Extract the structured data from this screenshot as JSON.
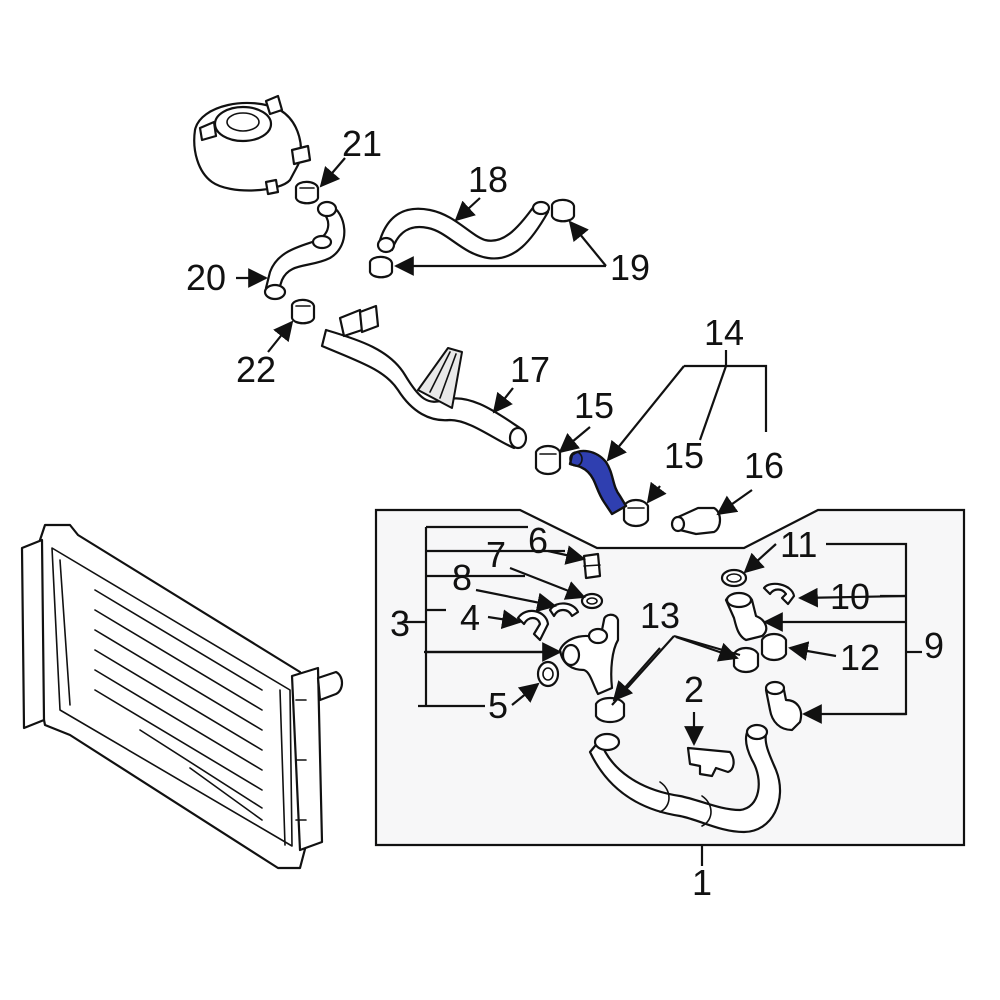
{
  "callouts": {
    "c1": "1",
    "c2": "2",
    "c3": "3",
    "c4": "4",
    "c5": "5",
    "c6": "6",
    "c7": "7",
    "c8": "8",
    "c9": "9",
    "c10": "10",
    "c11": "11",
    "c12": "12",
    "c13": "13",
    "c14": "14",
    "c15a": "15",
    "c15b": "15",
    "c16": "16",
    "c17": "17",
    "c18": "18",
    "c19": "19",
    "c20": "20",
    "c21": "21",
    "c22": "22"
  },
  "colors": {
    "highlight_part": "#2f3fb0",
    "box_fill": "#f7f7f8",
    "line": "#111111"
  },
  "highlighted_part": "14"
}
